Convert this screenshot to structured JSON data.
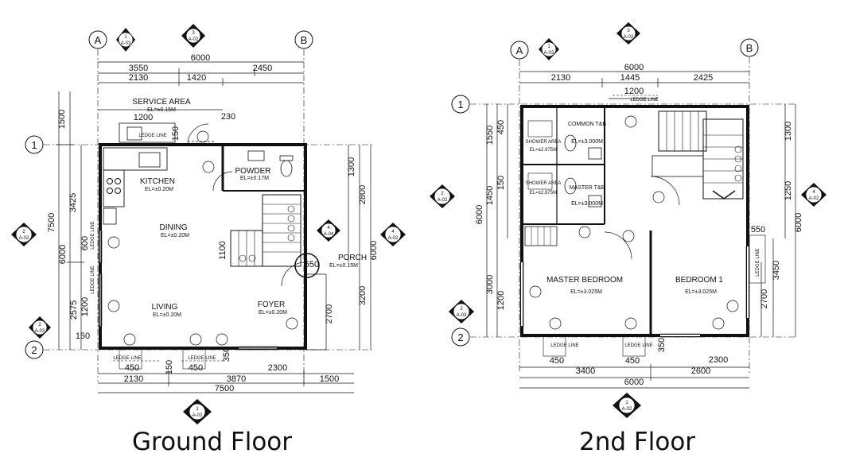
{
  "captions": {
    "ground": "Ground Floor",
    "second": "2nd Floor"
  },
  "ground": {
    "grid_a": "A",
    "grid_b": "B",
    "grid_1": "1",
    "grid_2": "2",
    "dims_top": [
      "3550",
      "6000",
      "2450",
      "2130",
      "1420",
      "1200",
      "150",
      "230"
    ],
    "dims_bottom": [
      "450",
      "450",
      "150",
      "2130",
      "3870",
      "2300",
      "1500",
      "7500",
      "350"
    ],
    "dims_left": [
      "1500",
      "3425",
      "7500",
      "6000",
      "600",
      "2575",
      "1200",
      "150"
    ],
    "dims_right": [
      "1300",
      "2800",
      "6000",
      "3200",
      "2700",
      "1100",
      "550"
    ],
    "rooms": {
      "service_area": "SERVICE AREA",
      "service_el": "EL=±0.15M",
      "kitchen": "KITCHEN",
      "kitchen_el": "EL=±0.20M",
      "powder": "POWDER",
      "powder_el": "EL=±0.17M",
      "dining": "DINING",
      "dining_el": "EL=±0.20M",
      "living": "LIVING",
      "living_el": "EL=±0.20M",
      "foyer": "FOYER",
      "foyer_el": "EL=±0.20M",
      "porch": "PORCH",
      "porch_el": "EL=±0.15M"
    },
    "ledge_line": "LEDGE LINE",
    "refs": {
      "sec1": "1",
      "sec3": "3",
      "sheet_a03": "A-03",
      "sheet_a02": "A-02",
      "sheet_a04": "A-04",
      "num2": "2",
      "num4": "4"
    }
  },
  "second": {
    "grid_a": "A",
    "grid_b": "B",
    "grid_1": "1",
    "grid_2": "2",
    "dims_top": [
      "6000",
      "2130",
      "1445",
      "2425",
      "1200"
    ],
    "dims_bottom": [
      "450",
      "450",
      "350",
      "3400",
      "2600",
      "2300",
      "6000"
    ],
    "dims_left": [
      "1550",
      "450",
      "1450",
      "150",
      "6000",
      "3000",
      "1200"
    ],
    "dims_right": [
      "1300",
      "1250",
      "6000",
      "3450",
      "2700",
      "550"
    ],
    "rooms": {
      "master_bedroom": "MASTER BEDROOM",
      "master_bedroom_el": "EL=±3.025M",
      "bedroom1": "BEDROOM 1",
      "bedroom1_el": "EL=±3.025M",
      "common_tb": "COMMON T&B",
      "common_el": "EL=±3.000M",
      "master_tb": "MASTER T&B",
      "master_el": "EL=±3.000M",
      "shower1": "SHOWER AREA",
      "shower1_el": "EL=±2.975M",
      "shower2": "SHOWER AREA",
      "shower2_el": "EL=±2.975M"
    },
    "ledge_line": "LEDGE LINE",
    "refs": {
      "sec1": "1",
      "sec3": "3",
      "sheet_a03": "A-03",
      "sheet_a02": "A-02",
      "num2": "2",
      "num4": "4"
    }
  }
}
